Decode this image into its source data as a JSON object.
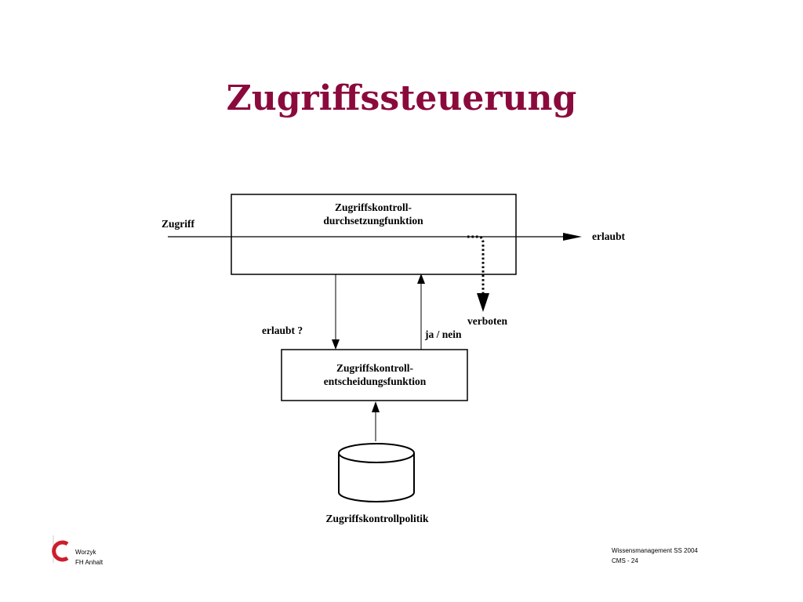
{
  "title": "Zugriffssteuerung",
  "diagram": {
    "enforcement_box": {
      "line1": "Zugriffskontroll-",
      "line2": "durchsetzungfunktion"
    },
    "decision_box": {
      "line1": "Zugriffskontroll-",
      "line2": "entscheidungsfunktion"
    },
    "policy_store": "Zugriffskontrollpolitik",
    "input_label": "Zugriff",
    "output_allowed": "erlaubt",
    "output_denied": "verboten",
    "request_label": "erlaubt ?",
    "response_label": "ja / nein"
  },
  "footer": {
    "author": "Worzyk",
    "institution": "FH Anhalt",
    "course": "Wissensmanagement SS 2004",
    "page": "CMS - 24"
  },
  "colors": {
    "title": "#8b0a3c",
    "logo": "#cc1e2c"
  }
}
